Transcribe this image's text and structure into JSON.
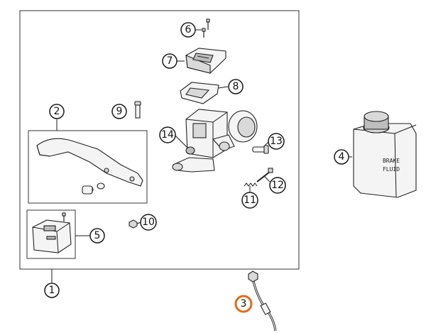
{
  "diagram": {
    "callouts": [
      {
        "id": "c1",
        "number": "1"
      },
      {
        "id": "c2",
        "number": "2"
      },
      {
        "id": "c3",
        "number": "3",
        "highlight": true
      },
      {
        "id": "c4",
        "number": "4"
      },
      {
        "id": "c5",
        "number": "5"
      },
      {
        "id": "c6",
        "number": "6"
      },
      {
        "id": "c7",
        "number": "7"
      },
      {
        "id": "c8",
        "number": "8"
      },
      {
        "id": "c9",
        "number": "9"
      },
      {
        "id": "c10",
        "number": "10"
      },
      {
        "id": "c11",
        "number": "11"
      },
      {
        "id": "c12",
        "number": "12"
      },
      {
        "id": "c13",
        "number": "13"
      },
      {
        "id": "c14",
        "number": "14"
      }
    ],
    "bottle_label": {
      "line1": "BRAKE",
      "line2": "FLUID"
    }
  },
  "colors": {
    "highlight": "#e06a1b",
    "outline": "#1a1a1a"
  }
}
